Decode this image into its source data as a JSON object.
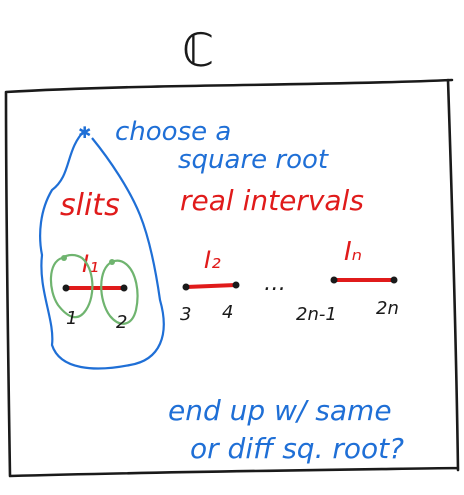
{
  "title": "ℂ",
  "annotation_top": {
    "line1": "choose a",
    "line2": "square root"
  },
  "slits_label": {
    "word1": "slits",
    "word2": "real intervals"
  },
  "intervals": [
    {
      "label": "I₁",
      "left": "1",
      "right": "2"
    },
    {
      "label": "I₂",
      "left": "3",
      "right": "4"
    },
    {
      "label": "Iₙ",
      "left": "2n-1",
      "right": "2n"
    }
  ],
  "ellipsis": "…",
  "question": {
    "line1": "end up w/ same",
    "line2": "or diff sq. root?"
  },
  "colors": {
    "ink": "#1a1a1a",
    "blue": "#1f6fd6",
    "red": "#e01b1b",
    "green": "#6fb46f"
  }
}
